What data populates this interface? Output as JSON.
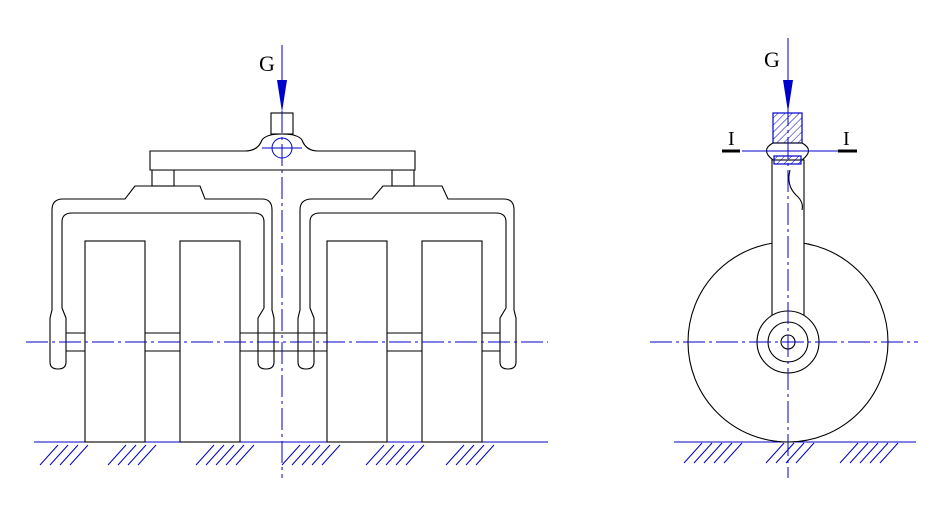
{
  "labels": {
    "load_left": "G",
    "load_right": "G",
    "section_left": "I",
    "section_right": "I"
  },
  "colors": {
    "outline": "#000000",
    "accent": "#0000cc",
    "background": "#ffffff"
  }
}
